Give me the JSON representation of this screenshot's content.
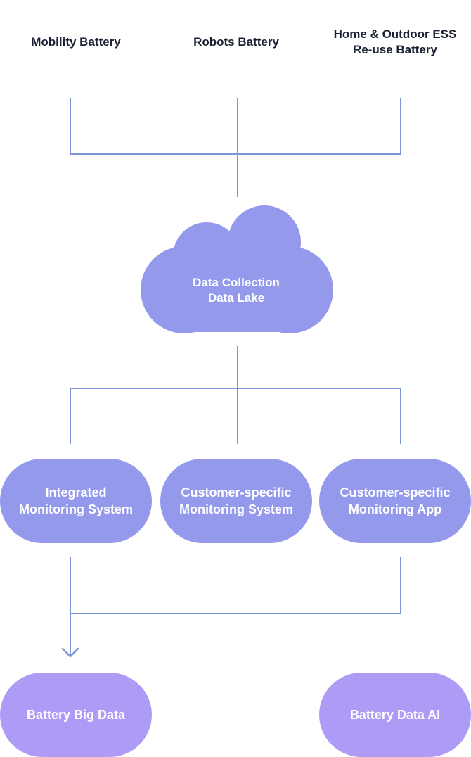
{
  "sources": [
    {
      "lines": [
        "Mobility Battery"
      ]
    },
    {
      "lines": [
        "Robots Battery"
      ]
    },
    {
      "lines": [
        "Home & Outdoor ESS",
        "Re-use Battery"
      ]
    }
  ],
  "hub": {
    "lines": [
      "Data Collection",
      "Data Lake"
    ]
  },
  "systems": [
    {
      "lines": [
        "Integrated",
        "Monitoring System"
      ]
    },
    {
      "lines": [
        "Customer-specific",
        "Monitoring System"
      ]
    },
    {
      "lines": [
        "Customer-specific",
        "Monitoring App"
      ]
    }
  ],
  "outputs": [
    {
      "lines": [
        "Battery Big Data"
      ]
    },
    {
      "lines": [
        "Battery Data AI"
      ]
    }
  ],
  "colors": {
    "connector": "#7b96d6",
    "system_fill": "#9499ec",
    "output_fill": "#ae9bf5",
    "text_dark": "#1a2233"
  }
}
